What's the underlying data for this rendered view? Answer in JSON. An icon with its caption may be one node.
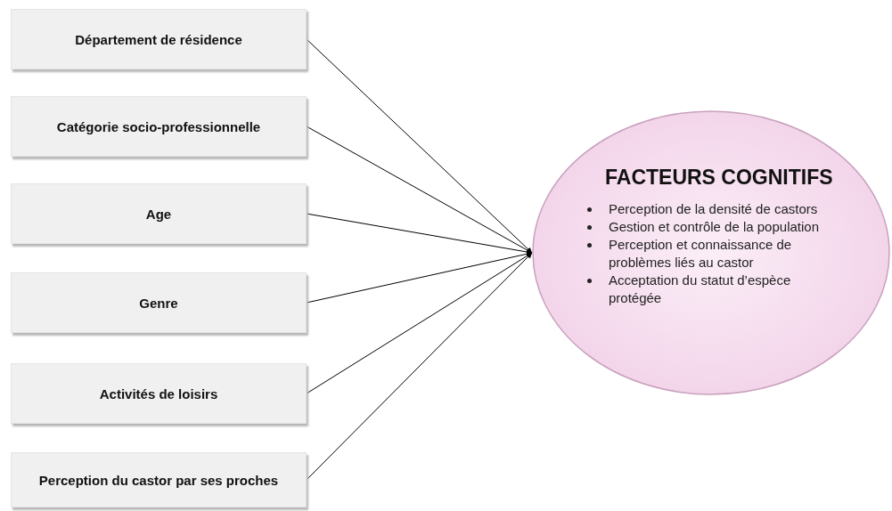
{
  "diagram": {
    "nodes": [
      {
        "text": [
          "Département de résidence"
        ]
      },
      {
        "text": [
          "Catégorie socio-professionnelle"
        ]
      },
      {
        "text": [
          "Age"
        ]
      },
      {
        "text": [
          "Genre"
        ]
      },
      {
        "text": [
          "Activités de loisirs"
        ]
      },
      {
        "text": [
          "Perception du castor par ses proches"
        ]
      },
      {
        "text": [
          "FACTEURS COGNITIFS",
          "Perception de la densité de castors",
          "Gestion et contrôle de la population",
          "Perception et connaissance de problèmes liés au castor",
          "Acceptation du statut d’espèce protégée"
        ]
      }
    ],
    "edges": [
      {
        "from": 0,
        "to": 6,
        "arrow": "to"
      },
      {
        "from": 1,
        "to": 6,
        "arrow": "to"
      },
      {
        "from": 2,
        "to": 6,
        "arrow": "to"
      },
      {
        "from": 3,
        "to": 6,
        "arrow": "to"
      },
      {
        "from": 4,
        "to": 6,
        "arrow": "to"
      },
      {
        "from": 5,
        "to": 6,
        "arrow": "to"
      }
    ]
  }
}
